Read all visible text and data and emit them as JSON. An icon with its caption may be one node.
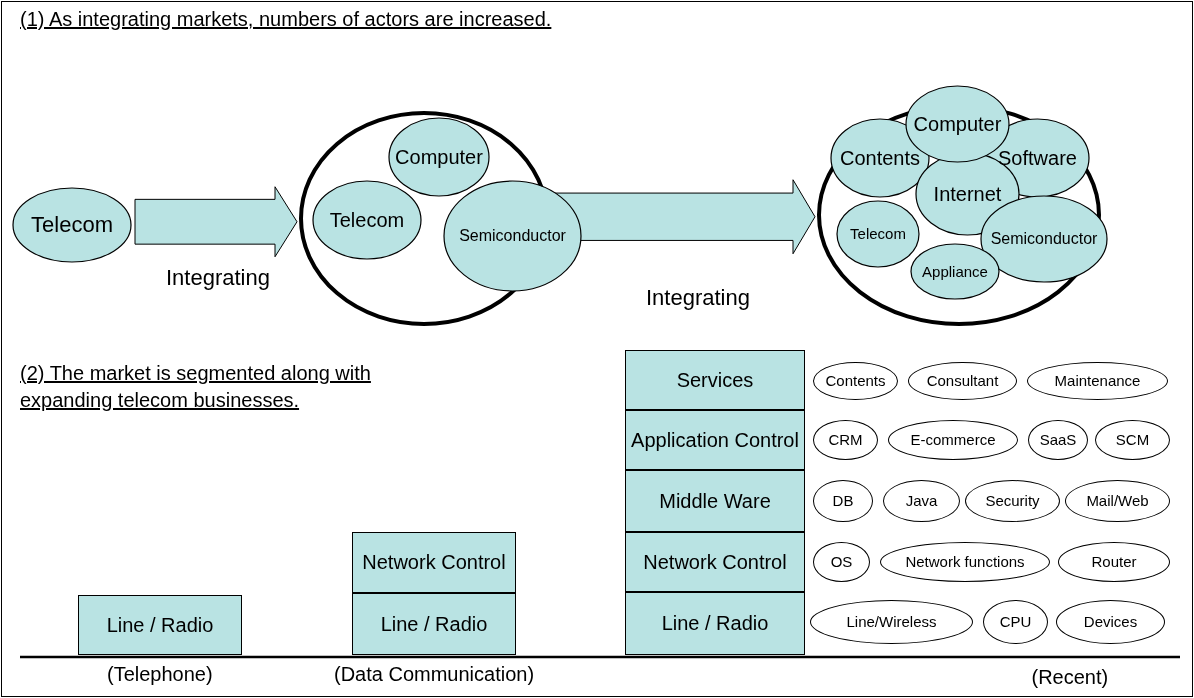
{
  "diagram": {
    "nodes": [
      {
        "text": [
          "Telecom"
        ]
      },
      {
        "text": [],
        "shape": "ellipse"
      },
      {
        "text": [
          "Computer"
        ],
        "in": 1
      },
      {
        "text": [
          "Telecom"
        ],
        "in": 1
      },
      {
        "text": [
          "Semiconductor"
        ]
      },
      {
        "text": [],
        "shape": "ellipse"
      },
      {
        "text": [
          "Computer"
        ]
      },
      {
        "text": [
          "Contents"
        ],
        "in": 5
      },
      {
        "text": [
          "Software"
        ],
        "in": 5
      },
      {
        "text": [
          "Internet"
        ],
        "in": 5
      },
      {
        "text": [
          "Telecom"
        ],
        "in": 5
      },
      {
        "text": [
          "Semiconductor"
        ],
        "in": 5
      },
      {
        "text": [
          "Appliance"
        ],
        "in": 5
      },
      {
        "text": [
          "Line / Radio"
        ],
        "beside": [
          "(Telephone)"
        ]
      },
      {
        "text": [
          "Network Control"
        ]
      },
      {
        "text": [
          "Line / Radio"
        ],
        "beside": [
          "(Data Communication)"
        ]
      },
      {
        "text": [
          "Services"
        ]
      },
      {
        "text": [
          "Application Control"
        ]
      },
      {
        "text": [
          "Middle Ware"
        ]
      },
      {
        "text": [
          "Network Control"
        ]
      },
      {
        "text": [
          "Line / Radio"
        ]
      },
      {
        "text": [
          "Contents"
        ]
      },
      {
        "text": [
          "Consultant"
        ]
      },
      {
        "text": [
          "Maintenance"
        ]
      },
      {
        "text": [
          "CRM"
        ]
      },
      {
        "text": [
          "E-commerce"
        ]
      },
      {
        "text": [
          "SaaS"
        ]
      },
      {
        "text": [
          "SCM"
        ]
      },
      {
        "text": [
          "DB"
        ]
      },
      {
        "text": [
          "Java"
        ]
      },
      {
        "text": [
          "Security"
        ]
      },
      {
        "text": [
          "Mail/Web"
        ]
      },
      {
        "text": [
          "OS"
        ]
      },
      {
        "text": [
          "Network functions"
        ]
      },
      {
        "text": [
          "Router"
        ]
      },
      {
        "text": [
          "Line/Wireless"
        ]
      },
      {
        "text": [
          "CPU"
        ]
      },
      {
        "text": [
          "Devices"
        ]
      }
    ],
    "edges": [
      {
        "from": 0,
        "to": 1,
        "arrow": "to",
        "label": "Integrating"
      },
      {
        "from": 1,
        "to": 5,
        "arrow": "to",
        "label": "Integrating"
      }
    ],
    "labels": [
      "(1) As integrating markets, numbers of actors are increased.",
      "(2) The market is segmented along with expanding telecom businesses.",
      "(Recent)"
    ]
  }
}
